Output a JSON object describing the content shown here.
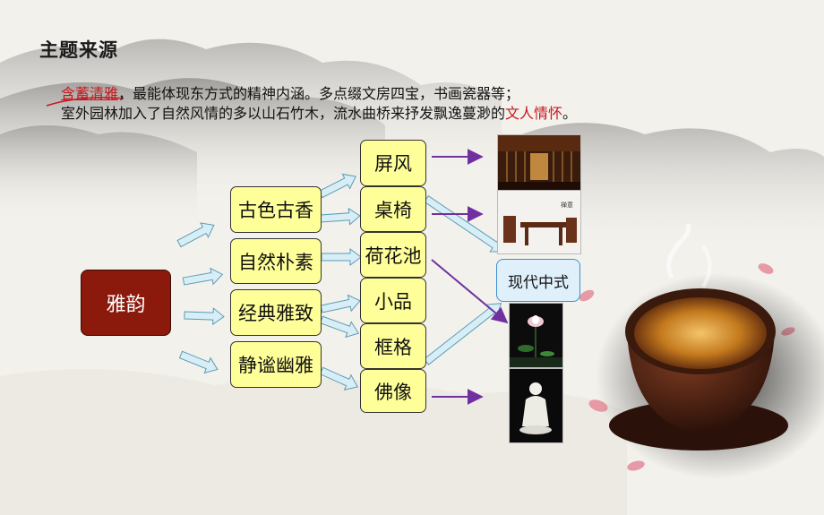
{
  "title": "主题来源",
  "description": {
    "line1_highlight": "含蓄清雅",
    "line1_rest": "，最能体现东方式的精神内涵。多点缀文房四宝，书画瓷器等；",
    "line2_rest": "室外园林加入了自然风情的多以山石竹木，流水曲桥来抒发飘逸蔓渺的",
    "line2_highlight": "文人情怀",
    "line2_end": "。"
  },
  "diagram": {
    "root": "雅韵",
    "level1": [
      "古色古香",
      "自然朴素",
      "经典雅致",
      "静谧幽雅"
    ],
    "level2": [
      "屏风",
      "桌椅",
      "荷花池",
      "小品",
      "框格",
      "佛像"
    ],
    "target": "现代中式"
  },
  "photos": [
    "screen-room-photo",
    "chinese-table-chairs-photo",
    "lotus-pond-photo",
    "buddha-statue-photo"
  ],
  "colors": {
    "root_fill": "#8b1a0c",
    "node_fill": "#ffff99",
    "target_fill": "#dff0fb",
    "arrow_fill": "#d8eef6",
    "purple_arrow": "#7030a0",
    "highlight_red": "#c8161d"
  }
}
